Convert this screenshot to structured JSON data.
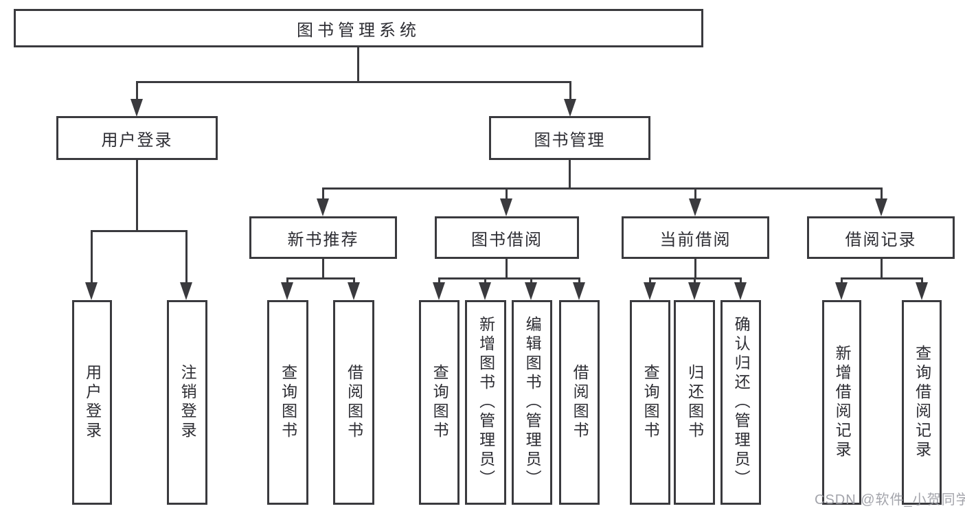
{
  "diagram": {
    "root": "图书管理系统",
    "level2": [
      {
        "label": "用户登录"
      },
      {
        "label": "图书管理"
      }
    ],
    "level3": [
      {
        "label": "新书推荐"
      },
      {
        "label": "图书借阅"
      },
      {
        "label": "当前借阅"
      },
      {
        "label": "借阅记录"
      }
    ],
    "leaves": [
      {
        "label": "用户登录"
      },
      {
        "label": "注销登录"
      },
      {
        "label": "查询图书"
      },
      {
        "label": "借阅图书"
      },
      {
        "label": "查询图书"
      },
      {
        "label": "新增图书（管理员）"
      },
      {
        "label": "编辑图书（管理员）"
      },
      {
        "label": "借阅图书"
      },
      {
        "label": "查询图书"
      },
      {
        "label": "归还图书"
      },
      {
        "label": "确认归还（管理员）"
      },
      {
        "label": "新增借阅记录"
      },
      {
        "label": "查询借阅记录"
      }
    ]
  },
  "watermark": "CSDN @软件_小贺同学",
  "colors": {
    "line": "#3a3a3e",
    "text": "#2d2d33",
    "background": "#ffffff",
    "watermark": "#9a9ba2"
  }
}
